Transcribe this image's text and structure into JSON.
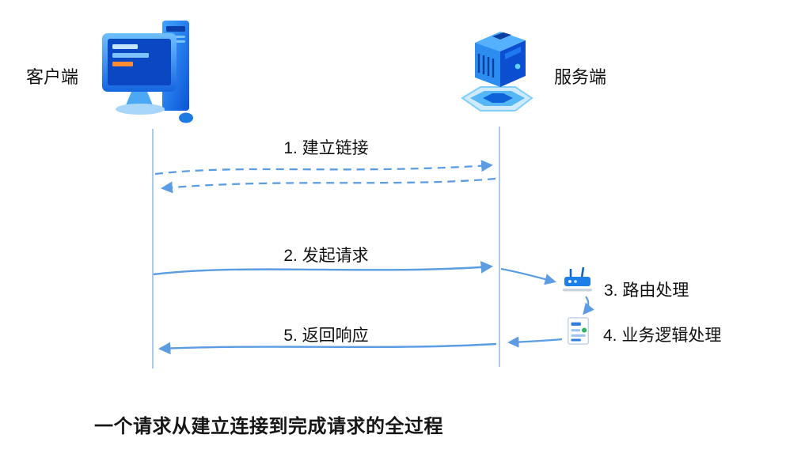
{
  "diagram": {
    "client_label": "客户端",
    "server_label": "服务端",
    "steps": {
      "step1": "1. 建立链接",
      "step2": "2. 发起请求",
      "step3": "3. 路由处理",
      "step4": "4. 业务逻辑处理",
      "step5": "5. 返回响应"
    },
    "caption": "一个请求从建立连接到完成请求的全过程",
    "colors": {
      "arrow_blue": "#5b9ce2",
      "lifeline_blue": "#85b5ea",
      "text_black": "#111111",
      "icon_blue_dark": "#0b4fd0",
      "icon_blue_light": "#55b1ff",
      "router_gray_base": "#c9d4de",
      "logic_green_dot": "#34b060"
    },
    "icons": {
      "client": "desktop-computer-icon",
      "server": "server-icon",
      "router": "router-icon",
      "logic": "document-list-icon"
    }
  }
}
